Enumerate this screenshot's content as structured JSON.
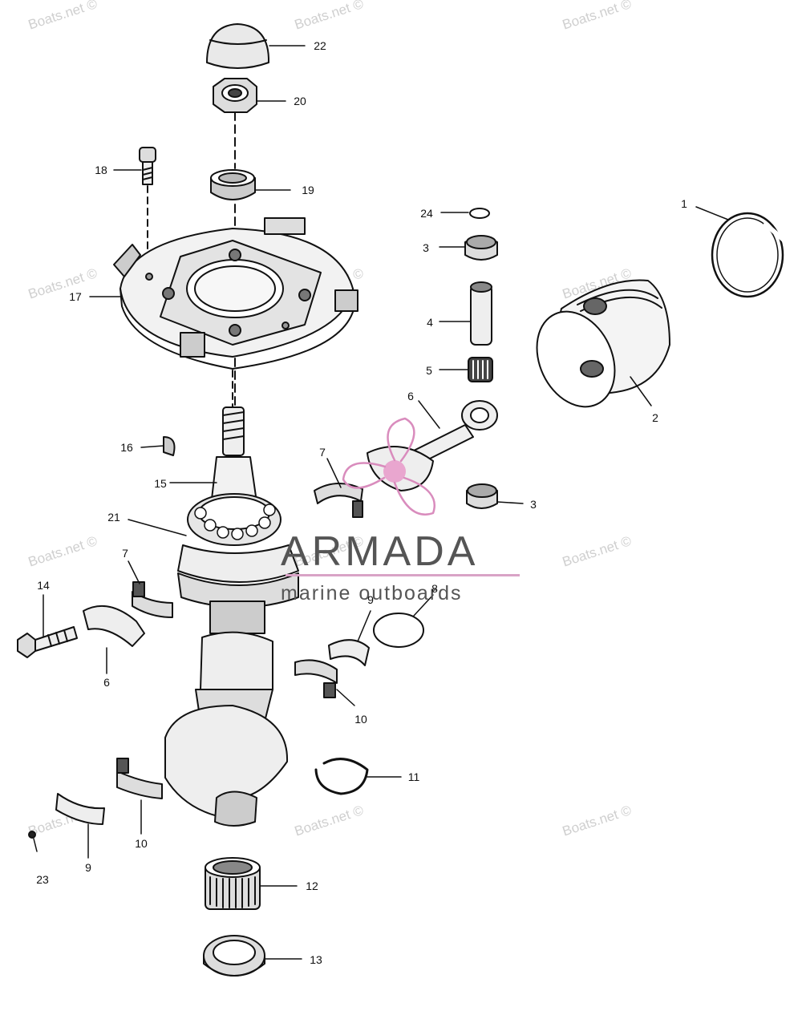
{
  "watermark_text": "Boats.net ©",
  "brand": {
    "name": "ARMADA",
    "tagline": "marine outboards",
    "accent_color": "#e9a6cf"
  },
  "parts": [
    {
      "key": "p22a",
      "number": "22"
    },
    {
      "key": "p20",
      "number": "20"
    },
    {
      "key": "p18",
      "number": "18"
    },
    {
      "key": "p19",
      "number": "19"
    },
    {
      "key": "p24",
      "number": "24"
    },
    {
      "key": "p1",
      "number": "1"
    },
    {
      "key": "p3a",
      "number": "3"
    },
    {
      "key": "p17",
      "number": "17"
    },
    {
      "key": "p4",
      "number": "4"
    },
    {
      "key": "p5",
      "number": "5"
    },
    {
      "key": "p6a",
      "number": "6"
    },
    {
      "key": "p2",
      "number": "2"
    },
    {
      "key": "p16",
      "number": "16"
    },
    {
      "key": "p7a",
      "number": "7"
    },
    {
      "key": "p15",
      "number": "15"
    },
    {
      "key": "p3b",
      "number": "3"
    },
    {
      "key": "p21",
      "number": "21"
    },
    {
      "key": "p7b",
      "number": "7"
    },
    {
      "key": "p14",
      "number": "14"
    },
    {
      "key": "p8",
      "number": "8"
    },
    {
      "key": "p9a",
      "number": "9"
    },
    {
      "key": "p6b",
      "number": "6"
    },
    {
      "key": "p10a",
      "number": "10"
    },
    {
      "key": "p11",
      "number": "11"
    },
    {
      "key": "p10b",
      "number": "10"
    },
    {
      "key": "p23",
      "number": "23"
    },
    {
      "key": "p9b",
      "number": "9"
    },
    {
      "key": "p12",
      "number": "12"
    },
    {
      "key": "p13",
      "number": "13"
    }
  ]
}
